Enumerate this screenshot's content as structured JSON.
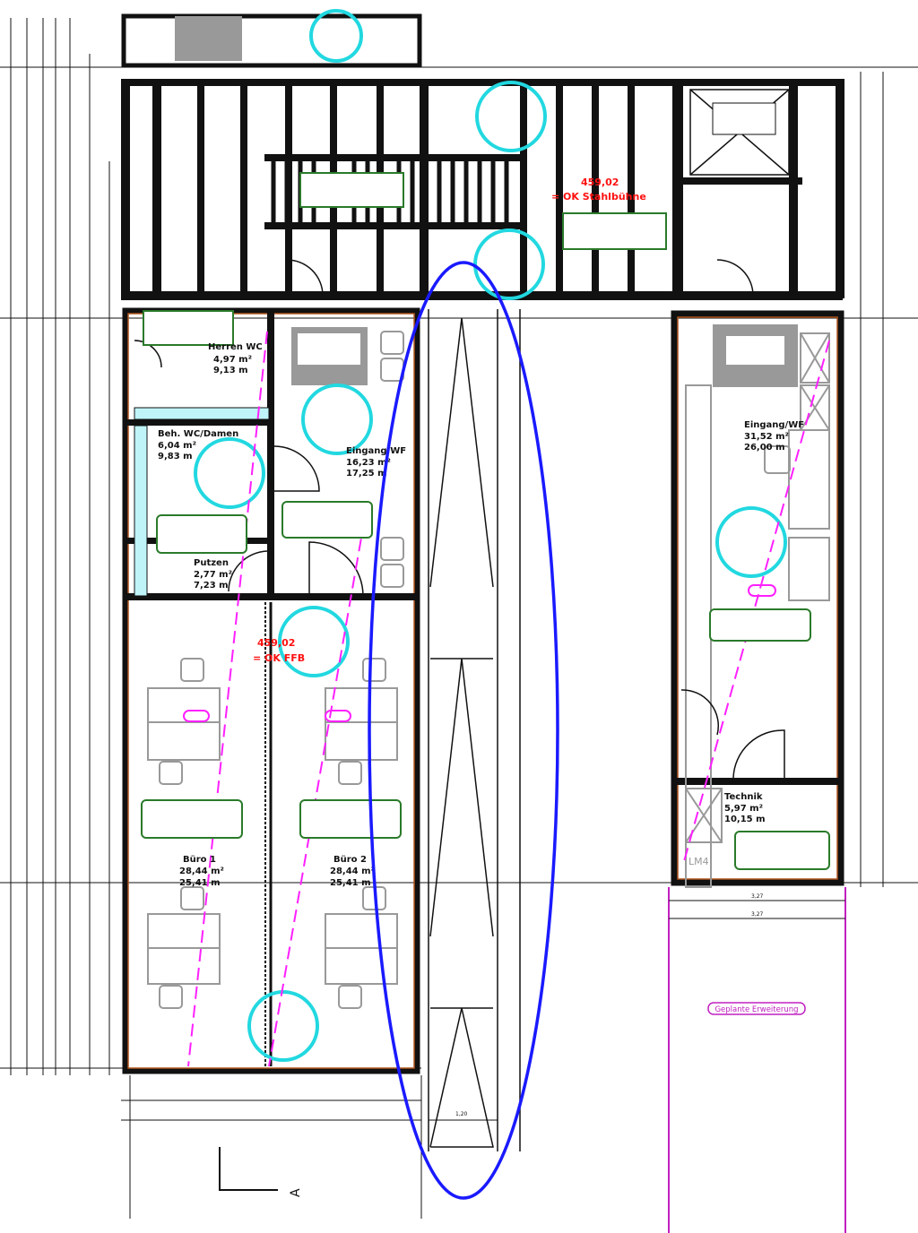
{
  "colors": {
    "wall": "#111111",
    "accessible": "#22d8e0",
    "annotation": "#ff1010",
    "note_border": "#2a7a2a",
    "highlight_ellipse": "#1a1aff",
    "axis_line": "#ff20ff",
    "wc_fill": "#bff4f8"
  },
  "rooms": [
    {
      "name": "Herren WC",
      "area": "4,97 m²",
      "perimeter": "9,13 m"
    },
    {
      "name": "Beh. WC/Damen",
      "area": "6,04 m²",
      "perimeter": "9,83 m"
    },
    {
      "name": "Putzen",
      "area": "2,77 m²",
      "perimeter": "7,23 m"
    },
    {
      "name": "Eingang/WF",
      "area": "16,23 m²",
      "perimeter": "17,25 m"
    },
    {
      "name": "Büro 1",
      "area": "28,44 m²",
      "perimeter": "25,41 m"
    },
    {
      "name": "Büro 2",
      "area": "28,44 m²",
      "perimeter": "25,41 m"
    },
    {
      "name": "Eingang/WF",
      "area": "31,52 m²",
      "perimeter": "26,00 m"
    },
    {
      "name": "Technik",
      "area": "5,97 m²",
      "perimeter": "10,15 m"
    }
  ],
  "levels": {
    "ffb_value": "459,02",
    "ffb_label": "= OK FFB",
    "platform_value": "459,02",
    "platform_label": "= OK Stahlbühne"
  },
  "labels": {
    "module": "LM4",
    "extension": "Geplante Erweiterung",
    "section_marker": "A",
    "dim_bottom_1": "1,20",
    "dim_right_1": "3,27",
    "dim_right_2": "3,27"
  },
  "icons": [
    "wheelchair-accessible-icon",
    "door-swing-icon",
    "section-arrow-icon"
  ]
}
